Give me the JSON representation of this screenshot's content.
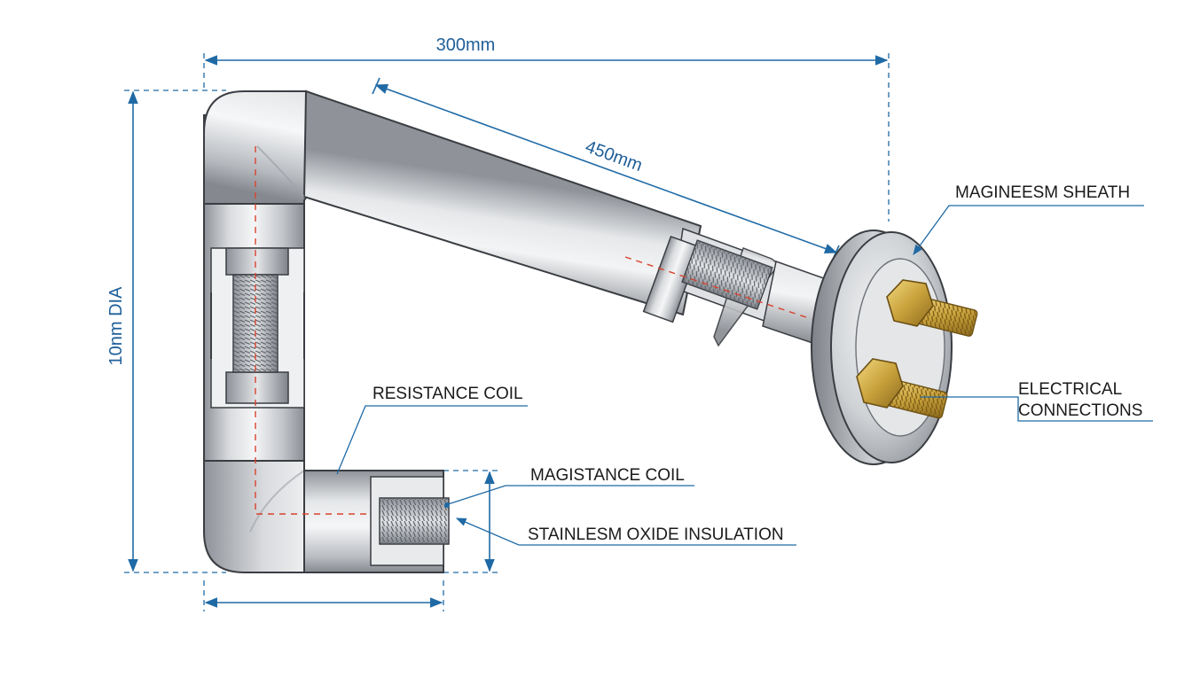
{
  "dimensions": {
    "top_length": "300mm",
    "diagonal_length": "450mm",
    "diameter": "10nm DIA"
  },
  "callouts": {
    "sheath": "MAGINEESM SHEATH",
    "electrical_line1": "ELECTRICAL",
    "electrical_line2": "CONNECTIONS",
    "resistance_coil": "RESISTANCE COIL",
    "magistance_coil": "MAGISTANCE COIL",
    "insulation": "STAINLESM OXIDE INSULATION"
  },
  "colors": {
    "dimension_blue": "#1f6aa5",
    "centerline_red": "#d9432f",
    "metal_light": "#f2f3f5",
    "metal_dark": "#8d9198",
    "brass": "#c9a23c"
  }
}
